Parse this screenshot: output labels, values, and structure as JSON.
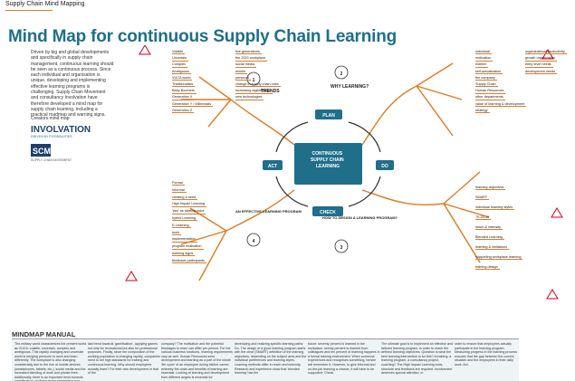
{
  "header": {
    "label": "Supply Chain Mind Mapping"
  },
  "title": "Mind Map for continuous Supply Chain Learning",
  "intro": "Driven by big and global developments and specifically in supply chain management, continuous learning should be seen as a continuous process. Since each individual and organisation is unique, developing and implementing effective learning programs is challenging. Supply Chain Movement and consultancy Involvation have therefore developed a mind map for supply chain learning, including a practical roadmap and warning signs.",
  "creators": {
    "label": "Creators mind map",
    "logo1_name": "INVOLVATION",
    "logo1_tagline": "DRIVEN BY POSSIBILITIES",
    "logo2_name": "SCM",
    "logo2_sub": "SUPPLY CHAIN MOVEMENT"
  },
  "center": {
    "label": "CONTINUOUS SUPPLY CHAIN LEARNING"
  },
  "cycle": {
    "plan": "PLAN",
    "do": "DO",
    "check": "CHECK",
    "act": "ACT"
  },
  "sections": {
    "s1": {
      "num": "1",
      "label": "TRENDS"
    },
    "s2": {
      "num": "2",
      "label": "WHY LEARNING?"
    },
    "s3": {
      "num": "3",
      "label": "HOW TO DESIGN A LEARNING PROGRAM?"
    },
    "s4": {
      "num": "4",
      "label": "AN EFFECTIVE LEARNING PROGRAM"
    }
  },
  "trends_nodes": [
    "Volatile",
    "Uncertain",
    "Complex",
    "Ambiguous",
    "VUCA world",
    "Traditionalists",
    "Baby Boomers",
    "Generation X",
    "Generation Y / Millennials",
    "Generation Z",
    "five generations",
    "the 2020 workplace",
    "social media",
    "mobile",
    "personal",
    "change in supply chain roles",
    "increasing digitalization",
    "new technologies"
  ],
  "why_nodes": [
    "individual",
    "motivation",
    "esteem",
    "self-actualization",
    "the company",
    "Supply Chain",
    "Human Resources",
    "other departments",
    "value of learning & development",
    "strategy",
    "organizational productivity",
    "growth organization",
    "entry level needs",
    "development needs"
  ],
  "design_nodes": [
    "learning objectives",
    "SMART",
    "individual learning styles",
    "70-20-10",
    "reach & intensity",
    "Blended Learning",
    "learning & limitations",
    "supporting workplace learning",
    "training design"
  ],
  "effective_nodes": [
    "Formal",
    "Informal",
    "creating a need",
    "High Impact Learning",
    "'jam' as starting point",
    "hybrid Learning",
    "E-Learning",
    "tools",
    "implementation",
    "program evaluation",
    "warning signs",
    "feedback participants"
  ],
  "manual": {
    "title": "MINDMAP MANUAL",
    "columns": [
      "The military world characterizes the present world as VUCA: volatile, uncertain, complex and ambiguous. This rapidly changing and uncertain world is bringing pressure to work and learn differently. The workplace is also changing considerably due to the rise of mobile devices (smartphones, tablets, etc.), social media and the increased blending of work and private lives. Additionally, there is an important trend towards 'gamification', applying game elements in non-game contexts.",
      "last trend towards 'gamification', applying games not only for recreational but also for professional purposes. Finally, since the composition of the working population is changing rapidly, companies need to set high standards for training and continuous learning. Why should employees actually learn? For their own development or that of the",
      "company? The motivation and the potential blockages to learn can differ per person. For the various business functions, learning requirements vary as well. Human Resources sees development and learning as a part of the whole 'life cycle' of an employee during his/her career, whereby the costs and benefits of learning are essential. Looking at learning and development from different angles is essential for",
      "developing and realizing specific learning paths: Do. The design of a good learning program starts with the clear (SMART) definition of the learning objectives, depending on the subject area and the individual preferences and learning styles. Learning methods differ in reach and intensity. Research and experience show that 'blended learning' has the",
      "future: seventy percent is learned in the workplace, twenty percent is learned from colleagues and ten percent of learning happens in a formal training environment. When someone experiences and recognises something, he/she will remember it. However, to give informal and on-the-job learning a chance, it will have to be supported: Check.",
      "The ultimate goal is to implement an effective and tailored learning program, in order to reach the defined learning objectives. Question is what the best learning intervention is for this? A training, a learning program, a consultancy project, coaching? The High Impact Learning tools, structure and feedback are required. Involvement deserves special attention, in",
      "order to ensure that employees actually participate in the learning program. Measuring progress in the learning process ensures that the gap between the current situation and the employees in their daily work: Act."
    ]
  },
  "colors": {
    "title": "#1f6f8b",
    "branch": "#e07a1f",
    "core": "#1f6f8b",
    "arrow": "#333333",
    "warning": "#d0021b"
  }
}
